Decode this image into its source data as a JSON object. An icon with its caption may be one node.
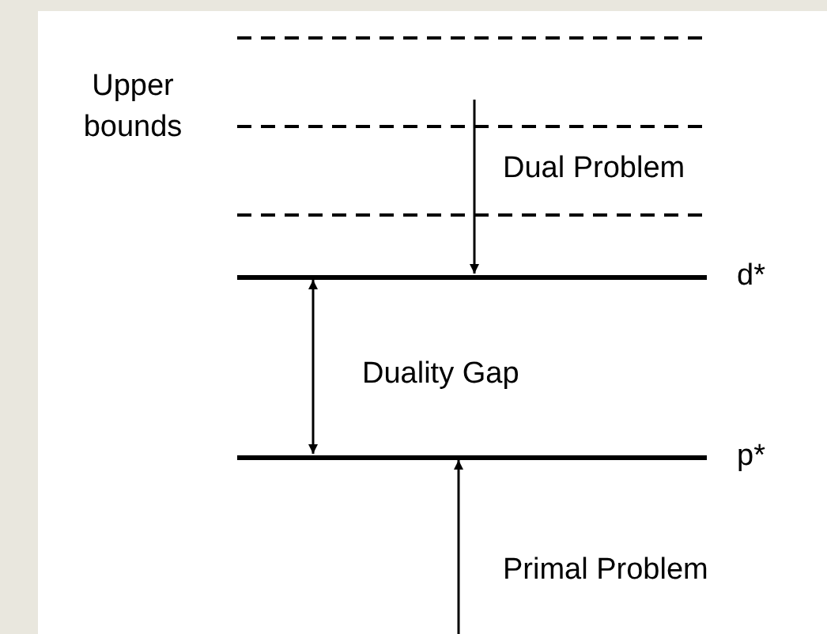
{
  "diagram": {
    "nodes": [
      {
        "text": [],
        "shape": "bar",
        "beside": [
          "d*"
        ]
      },
      {
        "text": [],
        "shape": "bar",
        "beside": [
          "p*"
        ]
      }
    ],
    "edges": [
      {
        "from": null,
        "to": 0,
        "arrow": "to"
      },
      {
        "from": 0,
        "to": 1,
        "arrow": "both"
      },
      {
        "from": null,
        "to": 1,
        "arrow": "to"
      }
    ],
    "labels": [
      "Upper bounds",
      "Dual Problem",
      "Duality Gap",
      "Primal Problem"
    ]
  }
}
